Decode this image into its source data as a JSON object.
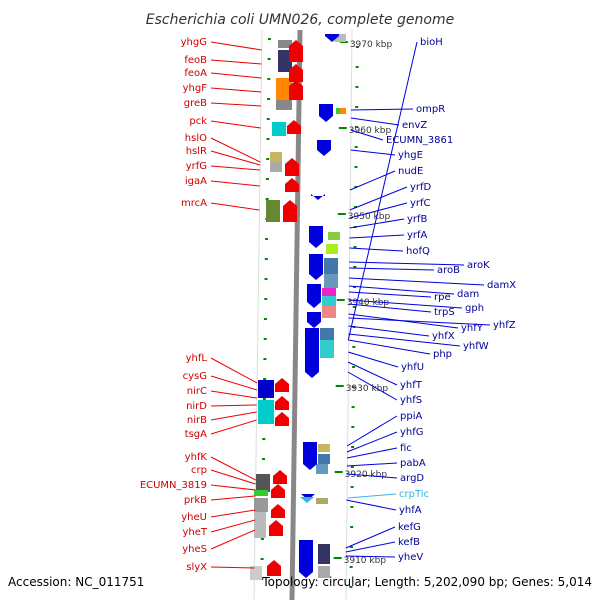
{
  "title": "Escherichia coli UMN026, complete genome",
  "footer": {
    "accession": "Accession: NC_011751",
    "topology": "Topology: circular; Length: 5,202,090 bp; Genes: 5,014"
  },
  "colors": {
    "forward": "#ee0000",
    "reverse": "#0000dd",
    "rna": "#33b5e5",
    "backbone": "#888888",
    "tick": "#008800"
  },
  "scale_labels": [
    "3970 kbp",
    "3960 kbp",
    "3950 kbp",
    "3940 kbp",
    "3930 kbp",
    "3920 kbp",
    "3910 kbp"
  ],
  "forward_genes": [
    "yhgG",
    "feoB",
    "feoA",
    "yhgF",
    "greB",
    "pck",
    "hslO",
    "hslR",
    "yrfG",
    "igaA",
    "mrcA",
    "yhfL",
    "cysG",
    "nirC",
    "nirD",
    "nirB",
    "tsgA",
    "yhfK",
    "crp",
    "ECUMN_3819",
    "prkB",
    "yheU",
    "yheT",
    "yheS",
    "slyX"
  ],
  "reverse_genes": [
    "bioH",
    "ompR",
    "envZ",
    "ECUMN_3861",
    "yhgE",
    "nudE",
    "yrfD",
    "yrfC",
    "yrfB",
    "yrfA",
    "hofQ",
    "aroK",
    "aroB",
    "damX",
    "dam",
    "rpe",
    "gph",
    "trpS",
    "yhfY",
    "yhfZ",
    "yhfX",
    "yhfW",
    "php",
    "yhfU",
    "yhfT",
    "yhfS",
    "ppiA",
    "yhfG",
    "fic",
    "pabA",
    "argD",
    "yhfA",
    "kefG",
    "kefB",
    "yheV"
  ],
  "rna_genes": [
    "crpTic"
  ]
}
